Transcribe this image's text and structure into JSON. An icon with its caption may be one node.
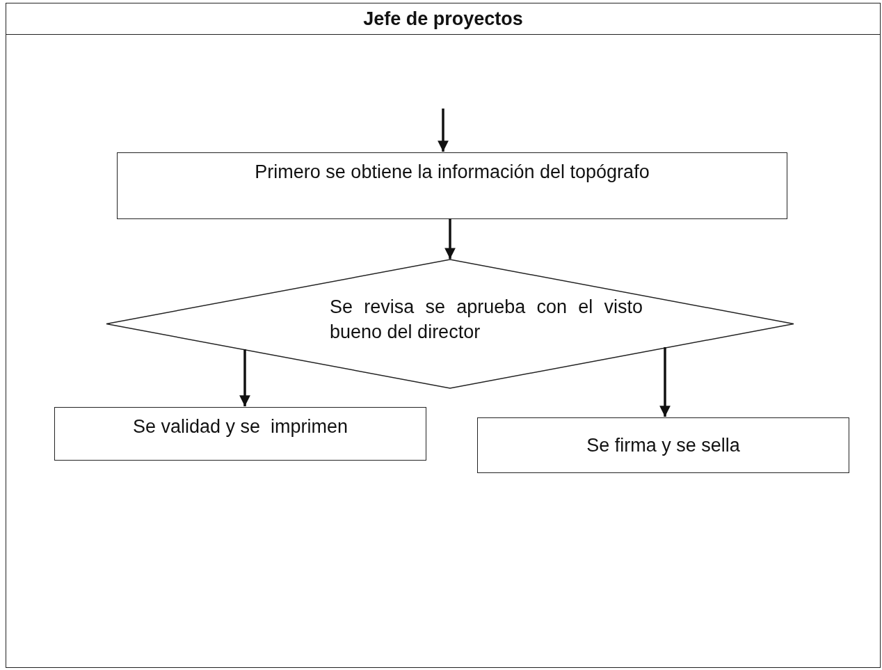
{
  "diagram": {
    "nodes": [
      {
        "text": [
          "Jefe de proyectos"
        ]
      },
      {
        "text": [
          "Primero se obtiene la información del topógrafo"
        ],
        "in": 0
      },
      {
        "text": [
          "Se revisa se aprueba con el visto bueno del director"
        ],
        "in": 0
      },
      {
        "text": [
          "Se validad y se  imprimen"
        ],
        "in": 0
      },
      {
        "text": [
          "Se firma y se sella"
        ],
        "in": 0
      }
    ],
    "edges": [
      {
        "from": null,
        "to": 1,
        "arrow": "to"
      },
      {
        "from": 1,
        "to": 2,
        "arrow": "to"
      },
      {
        "from": 2,
        "to": 3,
        "arrow": "to"
      },
      {
        "from": 2,
        "to": 4,
        "arrow": "to"
      }
    ]
  }
}
